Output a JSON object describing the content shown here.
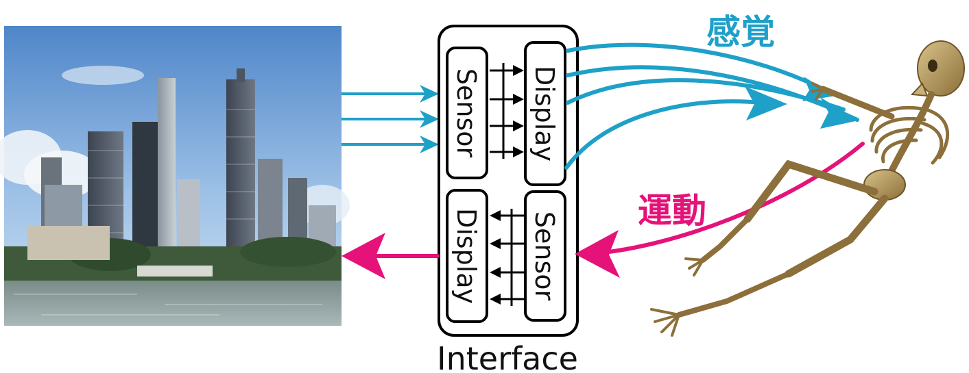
{
  "interface": {
    "caption": "Interface",
    "upper_left_label": "Sensor",
    "upper_right_label": "Display",
    "lower_left_label": "Display",
    "lower_right_label": "Sensor"
  },
  "labels": {
    "sensation": "感覚",
    "motion": "運動"
  },
  "colors": {
    "sensation_arrow": "#1ea0c8",
    "motion_arrow": "#e5127a",
    "box_stroke": "#000000"
  },
  "left_image": "city-skyline-photo",
  "right_image": "skeleton-figure"
}
